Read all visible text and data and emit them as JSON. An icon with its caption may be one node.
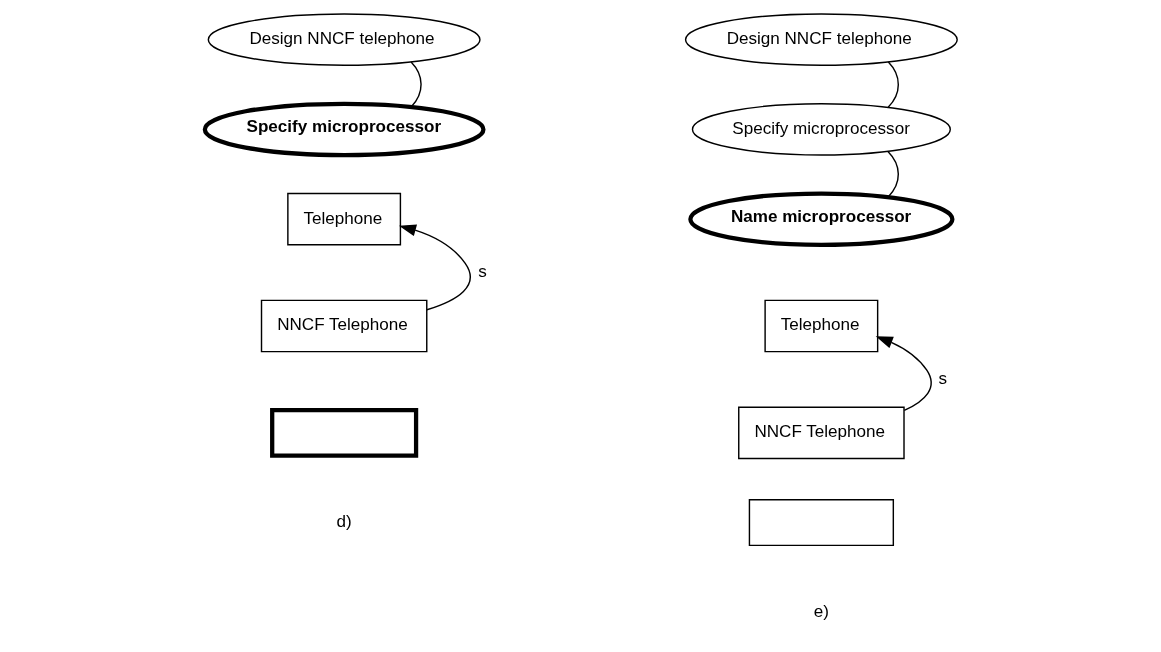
{
  "diagram": {
    "nodes": [
      {
        "text": [
          "Design NNCF telephone"
        ]
      },
      {
        "text": [
          "Specify microprocessor"
        ]
      },
      {
        "text": [
          "Telephone"
        ]
      },
      {
        "text": [
          "NNCF Telephone"
        ]
      },
      {
        "text": [],
        "shape": "box"
      },
      {
        "text": [
          "Design NNCF telephone"
        ]
      },
      {
        "text": [
          "Specify microprocessor"
        ]
      },
      {
        "text": [
          "Name microprocessor"
        ]
      },
      {
        "text": [
          "Telephone"
        ]
      },
      {
        "text": [
          "NNCF Telephone"
        ]
      },
      {
        "text": [],
        "shape": "box"
      }
    ],
    "edges": [
      {
        "from": 0,
        "to": 1,
        "arrow": "none"
      },
      {
        "from": 3,
        "to": 2,
        "arrow": "to",
        "label": "s"
      },
      {
        "from": 5,
        "to": 6,
        "arrow": "none"
      },
      {
        "from": 6,
        "to": 7,
        "arrow": "none"
      },
      {
        "from": 9,
        "to": 8,
        "arrow": "to",
        "label": "s"
      }
    ],
    "labels": [
      "d)",
      "e)"
    ]
  }
}
